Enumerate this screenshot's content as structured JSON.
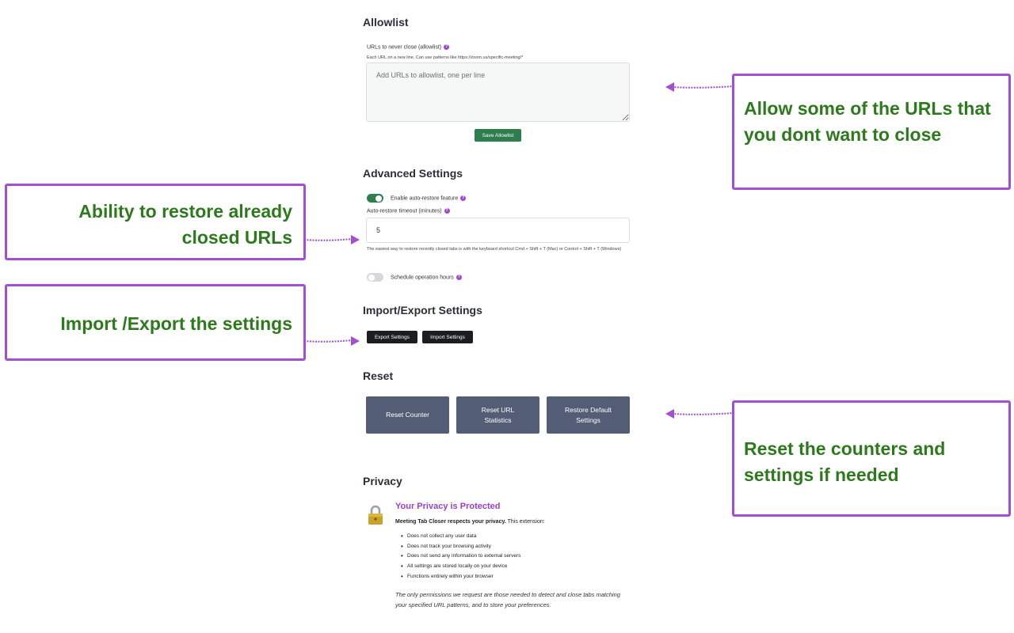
{
  "allowlist": {
    "title": "Allowlist",
    "label": "URLs to never close (allowlist)",
    "hint": "Each URL on a new line. Can use patterns like https://zoom.us/specific-meeting/*",
    "placeholder": "Add URLs to allowlist, one per line",
    "save_button": "Save Allowlist"
  },
  "advanced": {
    "title": "Advanced Settings",
    "auto_restore_label": "Enable auto-restore feature",
    "auto_restore_enabled": true,
    "timeout_label": "Auto-restore timeout (minutes)",
    "timeout_value": "5",
    "timeout_hint": "The easiest way to restore recently closed tabs is with the keyboard shortcut Cmd + Shift + T (Mac) or Control + Shift + T (Windows)",
    "schedule_label": "Schedule operation hours",
    "schedule_enabled": false
  },
  "import_export": {
    "title": "Import/Export Settings",
    "export_button": "Export Settings",
    "import_button": "Import Settings"
  },
  "reset": {
    "title": "Reset",
    "reset_counter": "Reset Counter",
    "reset_url_stats": "Reset URL Statistics",
    "restore_defaults": "Restore Default Settings"
  },
  "privacy": {
    "title": "Privacy",
    "heading": "Your Privacy is Protected",
    "intro_bold": "Meeting Tab Closer respects your privacy.",
    "intro_rest": " This extension:",
    "items": [
      "Does not collect any user data",
      "Does not track your browsing activity",
      "Does not send any information to external servers",
      "All settings are stored locally on your device",
      "Functions entirely within your browser"
    ],
    "note": "The only permissions we request are those needed to detect and close tabs matching your specified URL patterns, and to store your preferences."
  },
  "callouts": {
    "allowlist": "Allow some of the URLs that you dont want to close",
    "restore": "Ability to restore already closed URLs",
    "import_export": "Import /Export the settings",
    "reset": "Reset the counters and settings if needed"
  },
  "colors": {
    "accent_green": "#2e7d4f",
    "callout_border": "#a24fd6",
    "callout_text": "#2d7a1d",
    "privacy_heading": "#9b3fc8",
    "reset_button": "#535d75"
  },
  "icons": {
    "help": "help-icon",
    "lock": "lock-icon"
  }
}
